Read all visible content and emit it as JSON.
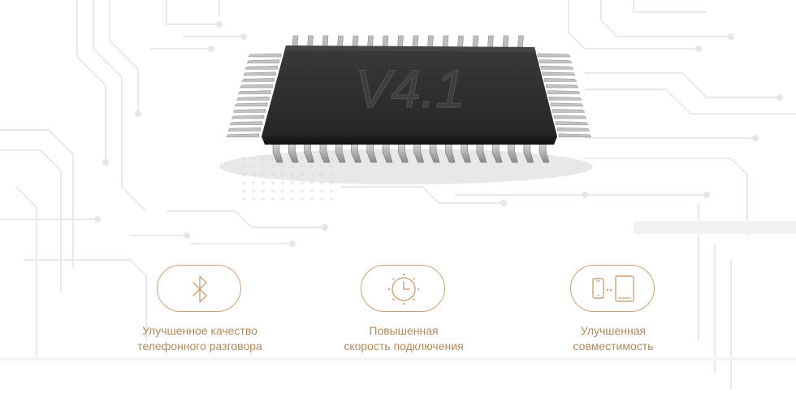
{
  "chip": {
    "label": "V4.1"
  },
  "features": [
    {
      "icon": "bluetooth-icon",
      "line1": "Улучшенное качество",
      "line2": "телефонного разговора"
    },
    {
      "icon": "clock-icon",
      "line1": "Повышенная",
      "line2": "скорость подключения"
    },
    {
      "icon": "devices-icon",
      "line1": "Улучшенная",
      "line2": "совместимость"
    }
  ],
  "colors": {
    "accent": "#c9a47a",
    "caption": "#b08a5e",
    "chip": "#2b2b2b",
    "pins": "#a9a9a9"
  }
}
